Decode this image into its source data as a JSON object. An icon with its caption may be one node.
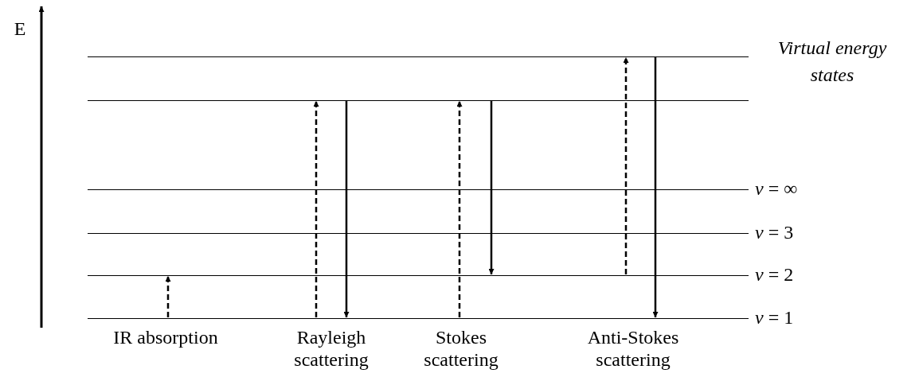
{
  "diagram": {
    "nodes": [
      {
        "text": [],
        "shape": "line",
        "beside": [
          "Virtual energy states"
        ]
      },
      {
        "text": [],
        "shape": "line"
      },
      {
        "text": [],
        "shape": "line",
        "beside": [
          "*v* = ∞"
        ]
      },
      {
        "text": [],
        "shape": "line",
        "beside": [
          "*v* = 3"
        ]
      },
      {
        "text": [],
        "shape": "line",
        "beside": [
          "*v* = 2"
        ]
      },
      {
        "text": [],
        "shape": "line",
        "beside": [
          "*v* = 1"
        ]
      }
    ],
    "edges": [
      {
        "from": 5,
        "to": 4,
        "arrow": "to",
        "style": "dashed"
      },
      {
        "from": 5,
        "to": 1,
        "arrow": "to",
        "style": "dashed"
      },
      {
        "from": 1,
        "to": 5,
        "arrow": "to"
      },
      {
        "from": 5,
        "to": 1,
        "arrow": "to",
        "style": "dashed"
      },
      {
        "from": 1,
        "to": 4,
        "arrow": "to"
      },
      {
        "from": 4,
        "to": 0,
        "arrow": "to",
        "style": "dashed"
      },
      {
        "from": 0,
        "to": 5,
        "arrow": "to"
      }
    ],
    "labels": [
      "E",
      "IR absorption",
      "Rayleigh scattering",
      "Stokes scattering",
      "Anti-Stokes scattering"
    ]
  }
}
